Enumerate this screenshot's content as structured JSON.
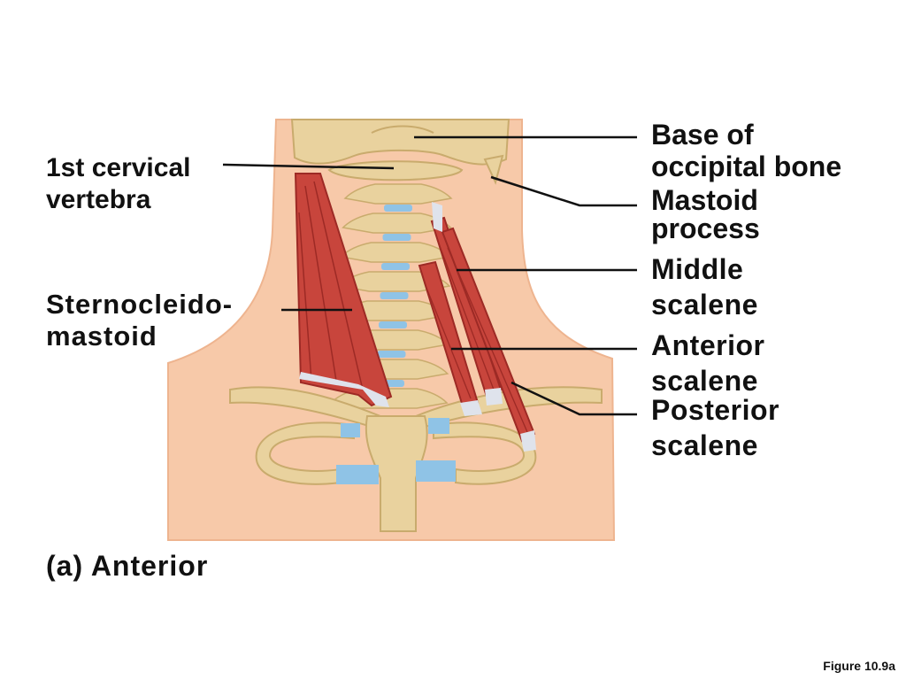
{
  "labels": {
    "c1": [
      "1st cervical",
      "vertebra"
    ],
    "scm": [
      "Sternocleido-",
      "mastoid"
    ],
    "occipital": [
      "Base of",
      "occipital bone"
    ],
    "mastoid": [
      "Mastoid",
      "process"
    ],
    "middle_scalene": [
      "Middle",
      "scalene"
    ],
    "anterior_scalene": [
      "Anterior",
      "scalene"
    ],
    "posterior_scalene": [
      "Posterior",
      "scalene"
    ]
  },
  "view_label": "(a) Anterior",
  "figure_id": "Figure 10.9a",
  "colors": {
    "skin": "#f7c9a9",
    "skin_shadow": "#eeb48f",
    "bone": "#e9d29e",
    "bone_edge": "#c9ab6d",
    "muscle": "#c8453c",
    "muscle_dark": "#9d2a25",
    "cartilage": "#8fc3e6",
    "tendon": "#dfe3ec",
    "leader": "#111111"
  }
}
